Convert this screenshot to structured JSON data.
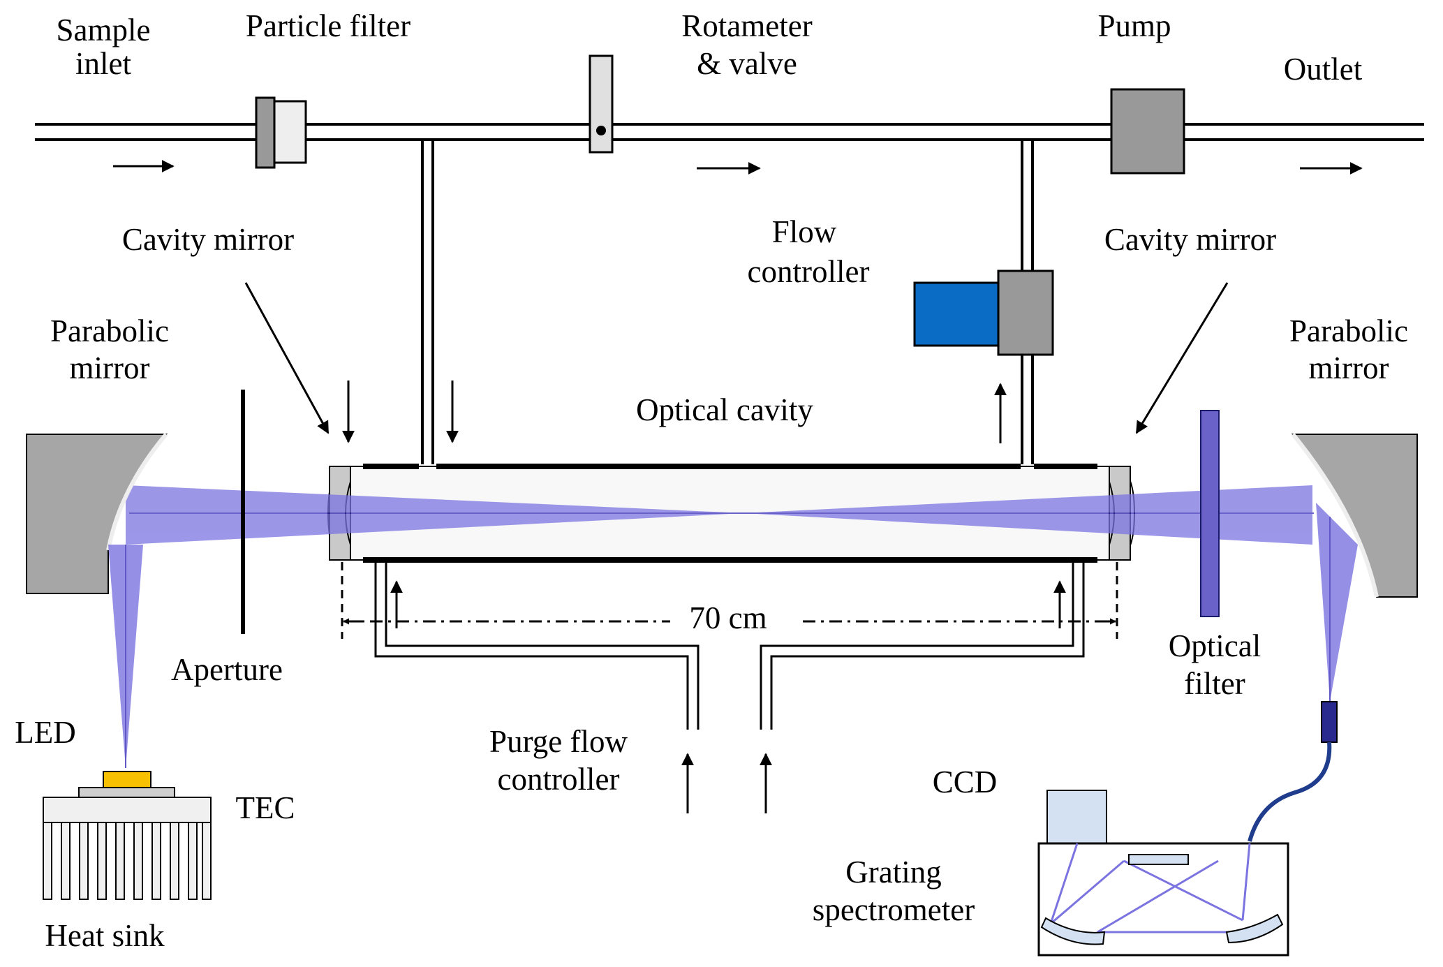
{
  "labels": {
    "sample_inlet": [
      "Sample",
      "inlet"
    ],
    "particle_filter": "Particle filter",
    "rotameter_valve": [
      "Rotameter",
      "& valve"
    ],
    "pump": "Pump",
    "outlet": "Outlet",
    "cavity_mirror_left": "Cavity mirror",
    "cavity_mirror_right": "Cavity mirror",
    "flow_controller": [
      "Flow",
      "controller"
    ],
    "parabolic_mirror_left": [
      "Parabolic",
      "mirror"
    ],
    "parabolic_mirror_right": [
      "Parabolic",
      "mirror"
    ],
    "optical_cavity": "Optical cavity",
    "length": "70 cm",
    "aperture": "Aperture",
    "optical_filter": [
      "Optical",
      "filter"
    ],
    "led": "LED",
    "tec": "TEC",
    "heat_sink": "Heat sink",
    "purge_flow_controller": [
      "Purge flow",
      "controller"
    ],
    "ccd": "CCD",
    "grating_spectrometer": [
      "Grating",
      "spectrometer"
    ]
  },
  "colors": {
    "line": "#000000",
    "mirror_gray": "#a6a6a6",
    "pump_gray": "#999999",
    "flow_controller_blue": "#0a6cc4",
    "beam_fill": "#7b74e0",
    "beam_line": "#3a2fb8",
    "optical_filter": "#6a62c9",
    "led_yellow": "#f7c000",
    "ccd_fill": "#d3e1f2",
    "fiber": "#1f3d8c",
    "connector": "#2a2a8e",
    "spectrometer_beam": "#7b74e0"
  }
}
